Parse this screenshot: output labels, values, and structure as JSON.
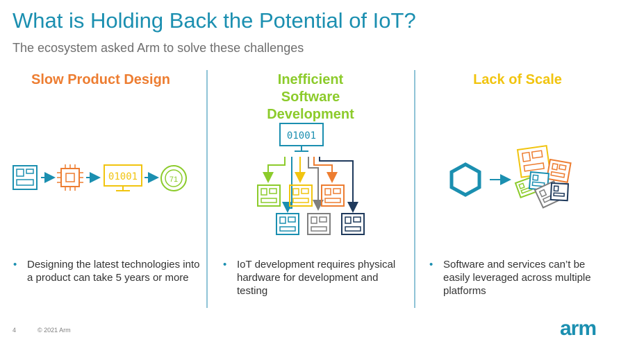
{
  "slide": {
    "title": "What is Holding Back the Potential of IoT?",
    "subtitle": "The ecosystem asked Arm to solve these challenges",
    "page_number": "4",
    "copyright": "© 2021 Arm",
    "logo_text": "arm"
  },
  "columns": [
    {
      "title": "Slow Product Design",
      "bullet": "Designing the latest technologies into a product can take 5 years or more",
      "binary": "01001",
      "dial_number": "71"
    },
    {
      "title": "Inefficient Software Development",
      "bullet": "IoT development requires physical hardware for development and testing",
      "binary": "01001"
    },
    {
      "title": "Lack of Scale",
      "bullet": "Software and services can’t be easily leveraged across multiple platforms"
    }
  ],
  "colors": {
    "title_blue": "#1b8fb0",
    "orange": "#ed7d31",
    "green": "#8ccb2b",
    "yellow": "#f1c40f",
    "dark_navy": "#1f3a5c",
    "gray": "#7f7f7f"
  }
}
